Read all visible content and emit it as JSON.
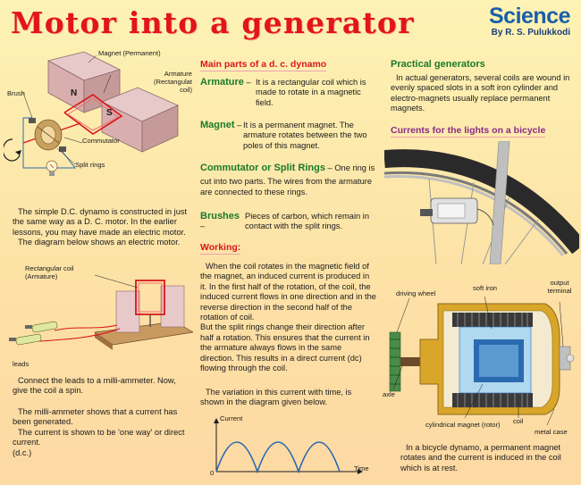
{
  "header": {
    "title": "Motor into a generator",
    "brand": "Science",
    "author": "By R. S. Pulukkodi"
  },
  "diagram1": {
    "magnet_label": "Magnet (Permanent)",
    "armature_label": "Armature (Rectangulat coil)",
    "brush_label": "Brush",
    "commutator_label": "Commutator",
    "split_rings_label": "Split rings",
    "pole_n": "N",
    "pole_s": "S"
  },
  "left": {
    "intro": "The simple D.C. dynamo is constructed in just the same way as a D. C. motor. In the earlier lessons, you may have made an electric motor.",
    "intro2": "The diagram below shows an electric motor.",
    "coil_label": "Rectangular coil (Armature)",
    "leads_label": "leads",
    "connect_text": "Connect the leads to a milli-ammeter. Now, give the coil a spin.",
    "result_text": "The milli-ammeter shows that a current has been generated.",
    "result_text2": "The current is shown to be 'one way' or direct current.",
    "result_text3": "(d.c.)"
  },
  "middle": {
    "parts_heading": "Main parts of a d. c. dynamo",
    "armature_term": "Armature",
    "armature_def": "It is a rectangular coil which is made to rotate in a magnetic field.",
    "magnet_term": "Magnet",
    "magnet_def": "It is a permanent magnet. The armature rotates between the two poles of this magnet.",
    "commutator_term": "Commutator or Split Rings",
    "commutator_def_1": "One ring is",
    "commutator_def_2": "cut into two parts. The wires from the armature are connected to these rings.",
    "brushes_term": "Brushes",
    "brushes_def": "Pieces of carbon, which remain in contact with the split rings.",
    "dash": "–",
    "working_heading": "Working:",
    "working_p1": "When the coil rotates in the magnetic field of the magnet, an induced current is produced in it. In the first half of the rotation, of the coil, the induced current flows in one direction and in the reverse direction in the second half of the rotation of coil.",
    "working_p2": "But the split rings change their direction after half a rotation. This ensures that the current in the armature always flows in the same direction. This results in a direct current (dc) flowing through the coil.",
    "variation": "The variation in this current with time, is shown in the diagram given below.",
    "graph_ylabel": "Current",
    "graph_xlabel": "Time",
    "graph_origin": "0"
  },
  "right": {
    "practical_heading": "Practical generators",
    "practical_text": "In actual generators, several coils are wound in evenly spaced slots in a soft iron cylinder and electro-magnets usually replace permanent magnets.",
    "bicycle_heading": "Currents for the lights on a bicycle",
    "driving_wheel": "driving wheel",
    "soft_iron": "soft iron",
    "output_terminal": "output terminal",
    "axle": "axle",
    "cyl_magnet": "cylindrical magnet (rotor)",
    "coil": "coil",
    "metal_case": "metal case",
    "final_text": "In a bicycle dynamo, a permanent magnet rotates and the current is induced in the coil which is at rest."
  }
}
